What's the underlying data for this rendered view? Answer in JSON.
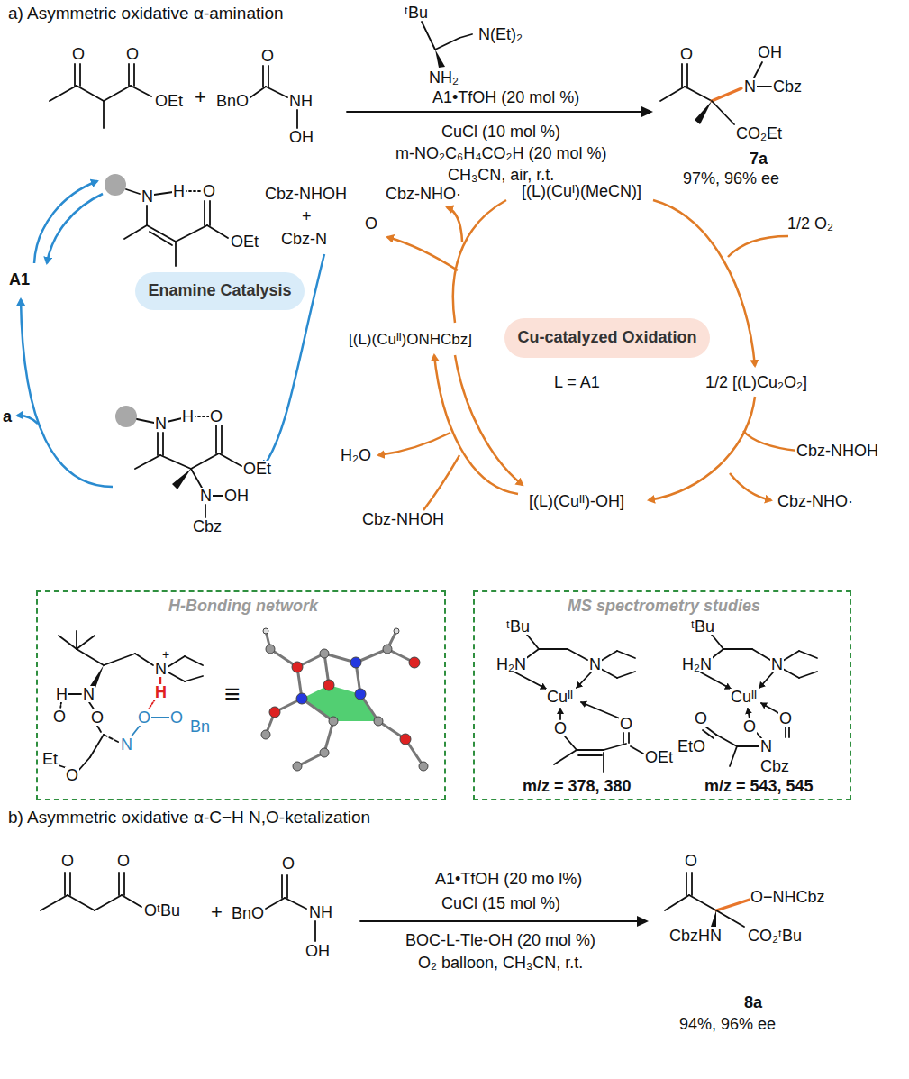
{
  "diagram": {
    "nodes": [
      {
        "text": [
          "Enamine Catalysis"
        ]
      },
      {
        "text": [
          "Cu-catalyzed Oxidation"
        ]
      },
      {
        "text": [
          "H-Bonding network"
        ]
      },
      {
        "text": [
          "MS spectrometry studies"
        ]
      }
    ],
    "labels": [
      "a) Asymmetric oxidative α-amination",
      "O",
      "O",
      "OEt",
      "+",
      "BnO",
      "O",
      "NH",
      "OH",
      "ᵗBu",
      "N(Et)₂",
      "NH₂",
      "A1•TfOH (20 mol %)",
      "CuCl (10 mol %)",
      "m-NO₂C₆H₄CO₂H (20 mol %)",
      "CH₃CN, air, r.t.",
      "O",
      "N",
      "OH",
      "Cbz",
      "CO₂Et",
      "7a",
      "97%, 96% ee",
      "Cbz-NHOH",
      "Cbz-NHO·",
      "+",
      "Cbz-N",
      "O",
      "[(L)(Cuᴵ)(MeCN)]",
      "1/2 O₂",
      "A1",
      "[(L)(Cuᴵᴵ)ONHCbz]",
      "L = A1",
      "1/2 [(L)Cu₂O₂]",
      "a",
      "H₂O",
      "Cbz-NHOH",
      "[(L)(Cuᴵᴵ)-OH]",
      "Cbz-NHO·",
      "Cbz-NHOH",
      "N",
      "H",
      "O",
      "OEt",
      "N",
      "H",
      "O",
      "OEt",
      "N",
      "OH",
      "Cbz",
      "+",
      "N",
      "H",
      "N",
      "H",
      "O",
      "O",
      "O",
      "O",
      "Bn",
      "N",
      "Et",
      "O",
      "≡",
      "ᵗBu",
      "H₂N",
      "N",
      "Cuᴵᴵ",
      "O",
      "O",
      "OEt",
      "m/z = 378, 380",
      "ᵗBu",
      "H₂N",
      "N",
      "Cuᴵᴵ",
      "O",
      "O",
      "O",
      "EtO",
      "N",
      "Cbz",
      "m/z = 543, 545",
      "b) Asymmetric oxidative α-C−H N,O-ketalization",
      "O",
      "O",
      "OᵗBu",
      "+",
      "BnO",
      "O",
      "NH",
      "OH",
      "A1•TfOH (20 mo l%)",
      "CuCl (15 mol %)",
      "BOC-L-Tle-OH (20 mol %)",
      "O₂ balloon, CH₃CN, r.t.",
      "O",
      "O−NHCbz",
      "CbzHN",
      "CO₂ᵗBu",
      "8a",
      "94%, 96% ee"
    ]
  }
}
